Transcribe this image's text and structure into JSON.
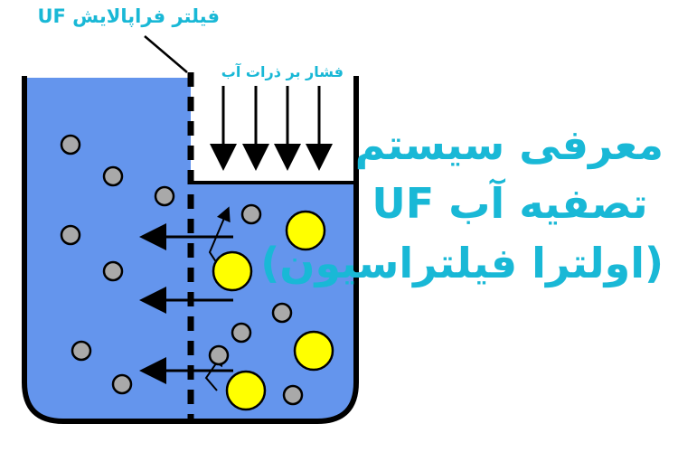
{
  "labels": {
    "filter": "فیلتر فراپالایش UF",
    "pressure": "فشار بر ذرات آب"
  },
  "title": {
    "line1": "معرفی سیستم",
    "line2": "تصفیه آب UF",
    "line3": "(اولترا فیلتراسیون)"
  },
  "colors": {
    "water": "#6495ed",
    "outline": "#000000",
    "title": "#19b8d6",
    "small_particle": "#a9a9a9",
    "large_particle": "#ffff00"
  }
}
